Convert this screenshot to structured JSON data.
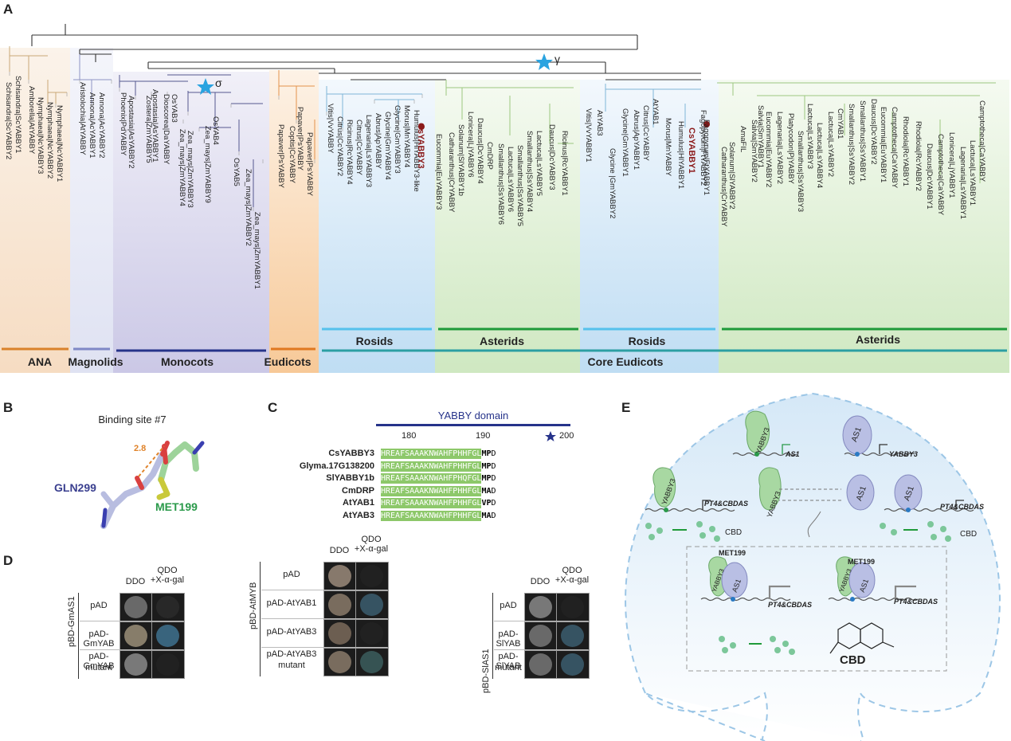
{
  "panels": {
    "a": "A",
    "b": "B",
    "c": "C",
    "d": "D",
    "e": "E"
  },
  "tree": {
    "sigma": "σ",
    "gamma": "γ",
    "clades_bottom": [
      {
        "id": "ana",
        "label": "ANA",
        "color": "#d9822b"
      },
      {
        "id": "magnolids",
        "label": "Magnolids",
        "color": "#7f88c6"
      },
      {
        "id": "monocots",
        "label": "Monocots",
        "color": "#26338a"
      },
      {
        "id": "eudicots",
        "label": "Eudicots",
        "color": "#e07820"
      },
      {
        "id": "core1",
        "label": "Core Eudicots",
        "color": "#2c9fa3"
      }
    ],
    "subclades": {
      "rosids": "Rosids",
      "asterids": "Asterids"
    },
    "leaves": [
      "Schisandra|ScYABBY1",
      "Schisandra|ScYABBY2",
      "Amborella|AtYABBY",
      "Nymphaea|NcYABBY3",
      "Nymphaea|NcYABBY2",
      "Nymphaea|NcYABBY1",
      "Aristolochia|AtYABBY",
      "Annona|AcYABBY1",
      "Annona|AcYABBY2",
      "Phoenix|PdYABBY",
      "Apostasia|AsYABBY2",
      "Zostera|ZmYABBY5",
      "Apostasia|AsYABBY1",
      "Dioscorea|DaYABBY",
      "OsYAB3",
      "Zea_mays|ZmYABBY4",
      "Zea_mays|ZmYABBY3",
      "Zea_mays|ZmYABBY9",
      "OsYAB4",
      "OsYAB5",
      "Zea_mays|ZmYABBY2",
      "Zea_mays|ZmYABBY1",
      "Papaver|PsYABBY",
      "Coptis|CcYABBY",
      "Papaver|PsYABBY",
      "Papaver|PsYABBY",
      "Vitis|VvYABBY",
      "Citrus|CcYABBY2",
      "Ricinus|RcYABBY4",
      "Citrus|CcYABBY",
      "Lagenaria|LsYABBY3",
      "Abrus|ApYABBY",
      "Glycine|GmYABBY4",
      "Glycine|GmYABBY3",
      "Morus|MnYABBY4",
      "Humulus|HlYABBY3-like",
      "CsYABBY3",
      "Eucommia|EuYABBY3",
      "Catharanthus|CrYABBY",
      "Solanum|SlYABBY1b",
      "Lonicera|LjYABBY6",
      "Daucus|DcYABBY4",
      "CmDRP",
      "Smallanthus|SsYABBY6",
      "Lactuca|LsYABBY6",
      "Smallanthus|SsYABBY5",
      "Smallanthus|SsYABBY4",
      "Lactuca|LsYABBY5",
      "Daucus|DcYABBY3",
      "Ricinus|RcYABBY1",
      "Vitis|VvYABBY1",
      "AtYAB3",
      "Glycine |GmYABBY2",
      "Glycine|GmYABBY1",
      "Abrus|ApYABBY1",
      "Citrus|CcYABBY",
      "AtYAB1",
      "Morus|MnYABBY",
      "Humulus|HlYABBY1",
      "CsYABBY1",
      "Fagopyrum|FtYABBY2",
      "Fagopyrum|FtYABBY1",
      "Catharanthus|CrYABBY",
      "Solanum|SlYABBY2",
      "AmaFIL",
      "Salvia|SmYABBY2",
      "Salvia|SmYABBY1",
      "Eucommia|EuYABBY2",
      "Lagenaria|LsYABBY2",
      "Platycodon|PjYABBY",
      "Smallanthus|SsYABBY3",
      "Lactuca|LsYABBY3",
      "Lactuca|LsYABBY4",
      "Lactuca|LsYABBY2",
      "CmYAB1",
      "Smallanthus|SsYABBY2",
      "Smallanthus|SsYABBY1",
      "Daucus|DcYABBY2",
      "Eucommia|EuYABBY1",
      "Camptotheca|CaYABBY",
      "Rhodiola|RcYABBY1",
      "Rhodiola|RcYABBY2",
      "Daucus|DcYABBY1",
      "Camptotheca|CaYABBY",
      "Lonicera|LjYABBY1",
      "Lagenaria|LsYABBY1",
      "Lactuca|LsYABBY1",
      "Camptotheca|CaYABBY"
    ]
  },
  "panel_b": {
    "title": "Binding site #7",
    "distance": "2.8",
    "residue1": "GLN299",
    "residue2": "MET199"
  },
  "panel_c": {
    "domain_label": "YABBY domain",
    "ticks": [
      "180",
      "190",
      "200"
    ],
    "rows": [
      {
        "name": "CsYABBY3",
        "seq": "HREAFSAAAKNWAHFPH",
        "mid": "HFGL",
        "tail": "MP",
        "end": "D"
      },
      {
        "name": "Glyma.17G138200",
        "seq": "HREAFSAAAKNWAHFPH",
        "mid": "HFGL",
        "tail": "MP",
        "end": "D"
      },
      {
        "name": "SlYABBY1b",
        "seq": "HREAFSAAAKNWAHFPH",
        "mid": "QFGL",
        "tail": "MP",
        "end": "D"
      },
      {
        "name": "CmDRP",
        "seq": "HREAFSAAAKNWAHFPH",
        "mid": "HFGL",
        "tail": "MA",
        "end": "D"
      },
      {
        "name": "AtYAB1",
        "seq": "HREAFSAAAKNWAHFPH",
        "mid": "HFGL",
        "tail": "VP",
        "end": "D"
      },
      {
        "name": "AtYAB3",
        "seq": "HREAFSAAAKNWAHFPH",
        "mid": "HFGL",
        "tail": "MA",
        "end": "D"
      }
    ]
  },
  "panel_d": {
    "col_ddo": "DDO",
    "col_qdo_1": "QDO",
    "col_qdo_2": "+X-α-gal",
    "groups": [
      {
        "bait": "pBD-GmAS1",
        "rows": [
          "pAD",
          "pAD-GmYAB",
          "pAD-GmYAB",
          "mutant"
        ]
      },
      {
        "bait": "pBD-AtMYB",
        "rows": [
          "pAD",
          "pAD-AtYAB1",
          "pAD-AtYAB3",
          "pAD-AtYAB3",
          "mutant"
        ]
      },
      {
        "bait": "pBD-SlAS1",
        "rows": [
          "pAD",
          "pAD-SlYAB",
          "pAD-SlYAB",
          "mutant"
        ]
      }
    ]
  },
  "panel_e": {
    "yabby3": "YABBY3",
    "as1": "AS1",
    "gene_as1": "AS1",
    "gene_yabby3": "YABBY3",
    "gene_pt4": "PT4&CBDAS",
    "cbd": "CBD",
    "met199": "MET199",
    "cbd_bold": "CBD"
  }
}
